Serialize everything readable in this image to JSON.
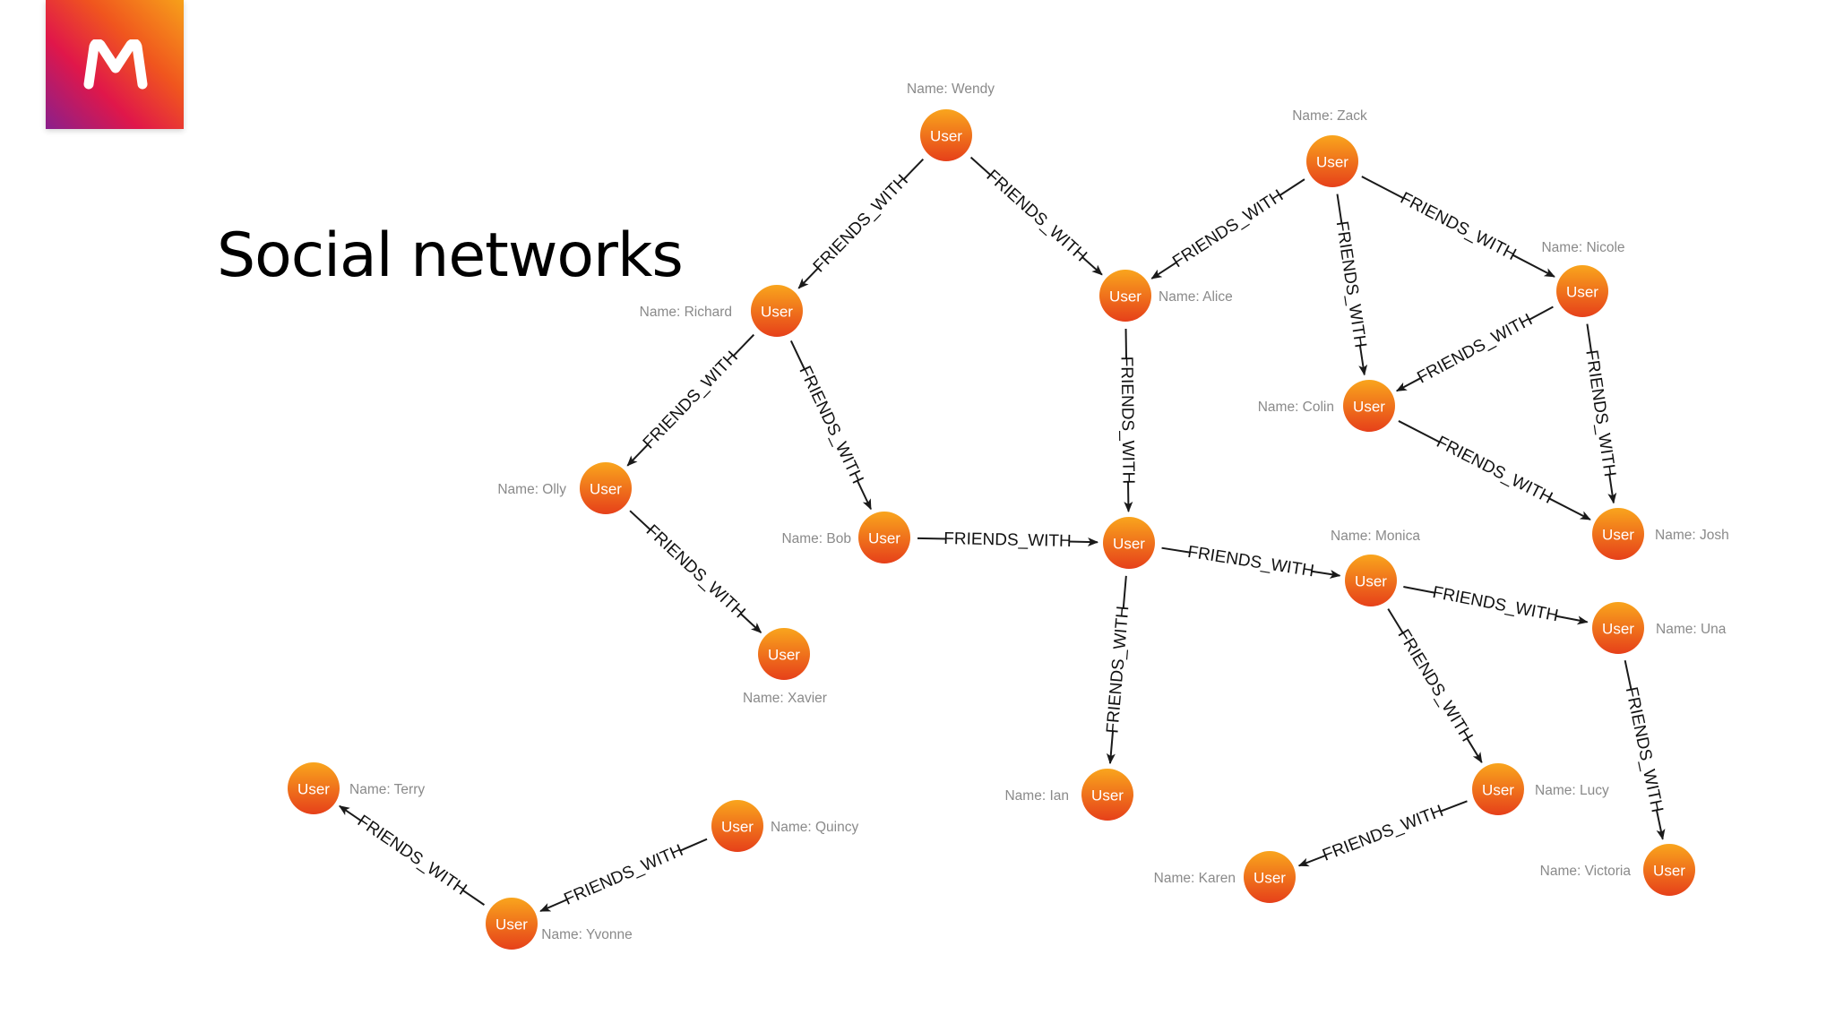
{
  "slide": {
    "title": "Social networks",
    "logo_icon": "memgraph-m-logo",
    "accent_colors": [
      "#f7a11a",
      "#f0561e",
      "#e0174a",
      "#8a1f8c"
    ]
  },
  "graph": {
    "node_label": "User",
    "edge_label": "FRIENDS_WITH",
    "node_colors": {
      "top": "#f9a51d",
      "bottom": "#e6401a"
    },
    "nodes": [
      {
        "id": "wendy",
        "name": "Name: Wendy"
      },
      {
        "id": "zack",
        "name": "Name: Zack"
      },
      {
        "id": "richard",
        "name": "Name: Richard"
      },
      {
        "id": "alice",
        "name": "Name: Alice"
      },
      {
        "id": "nicole",
        "name": "Name: Nicole"
      },
      {
        "id": "colin",
        "name": "Name: Colin"
      },
      {
        "id": "olly",
        "name": "Name: Olly"
      },
      {
        "id": "bob",
        "name": "Name: Bob"
      },
      {
        "id": "center",
        "name": ""
      },
      {
        "id": "josh",
        "name": "Name: Josh"
      },
      {
        "id": "monica",
        "name": "Name: Monica"
      },
      {
        "id": "una",
        "name": "Name: Una"
      },
      {
        "id": "xavier",
        "name": "Name: Xavier"
      },
      {
        "id": "ian",
        "name": "Name: Ian"
      },
      {
        "id": "lucy",
        "name": "Name: Lucy"
      },
      {
        "id": "terry",
        "name": "Name: Terry"
      },
      {
        "id": "quincy",
        "name": "Name: Quincy"
      },
      {
        "id": "yvonne",
        "name": "Name: Yvonne"
      },
      {
        "id": "karen",
        "name": "Name: Karen"
      },
      {
        "id": "victoria",
        "name": "Name: Victoria"
      }
    ],
    "edges": [
      {
        "from": "wendy",
        "to": "richard"
      },
      {
        "from": "wendy",
        "to": "alice"
      },
      {
        "from": "zack",
        "to": "alice"
      },
      {
        "from": "zack",
        "to": "nicole"
      },
      {
        "from": "zack",
        "to": "colin"
      },
      {
        "from": "nicole",
        "to": "colin"
      },
      {
        "from": "nicole",
        "to": "josh"
      },
      {
        "from": "colin",
        "to": "josh"
      },
      {
        "from": "richard",
        "to": "olly"
      },
      {
        "from": "richard",
        "to": "bob"
      },
      {
        "from": "olly",
        "to": "xavier"
      },
      {
        "from": "alice",
        "to": "center"
      },
      {
        "from": "bob",
        "to": "center"
      },
      {
        "from": "center",
        "to": "monica"
      },
      {
        "from": "center",
        "to": "ian"
      },
      {
        "from": "monica",
        "to": "una"
      },
      {
        "from": "monica",
        "to": "lucy"
      },
      {
        "from": "una",
        "to": "victoria"
      },
      {
        "from": "lucy",
        "to": "karen"
      },
      {
        "from": "quincy",
        "to": "yvonne"
      },
      {
        "from": "yvonne",
        "to": "terry"
      }
    ]
  }
}
